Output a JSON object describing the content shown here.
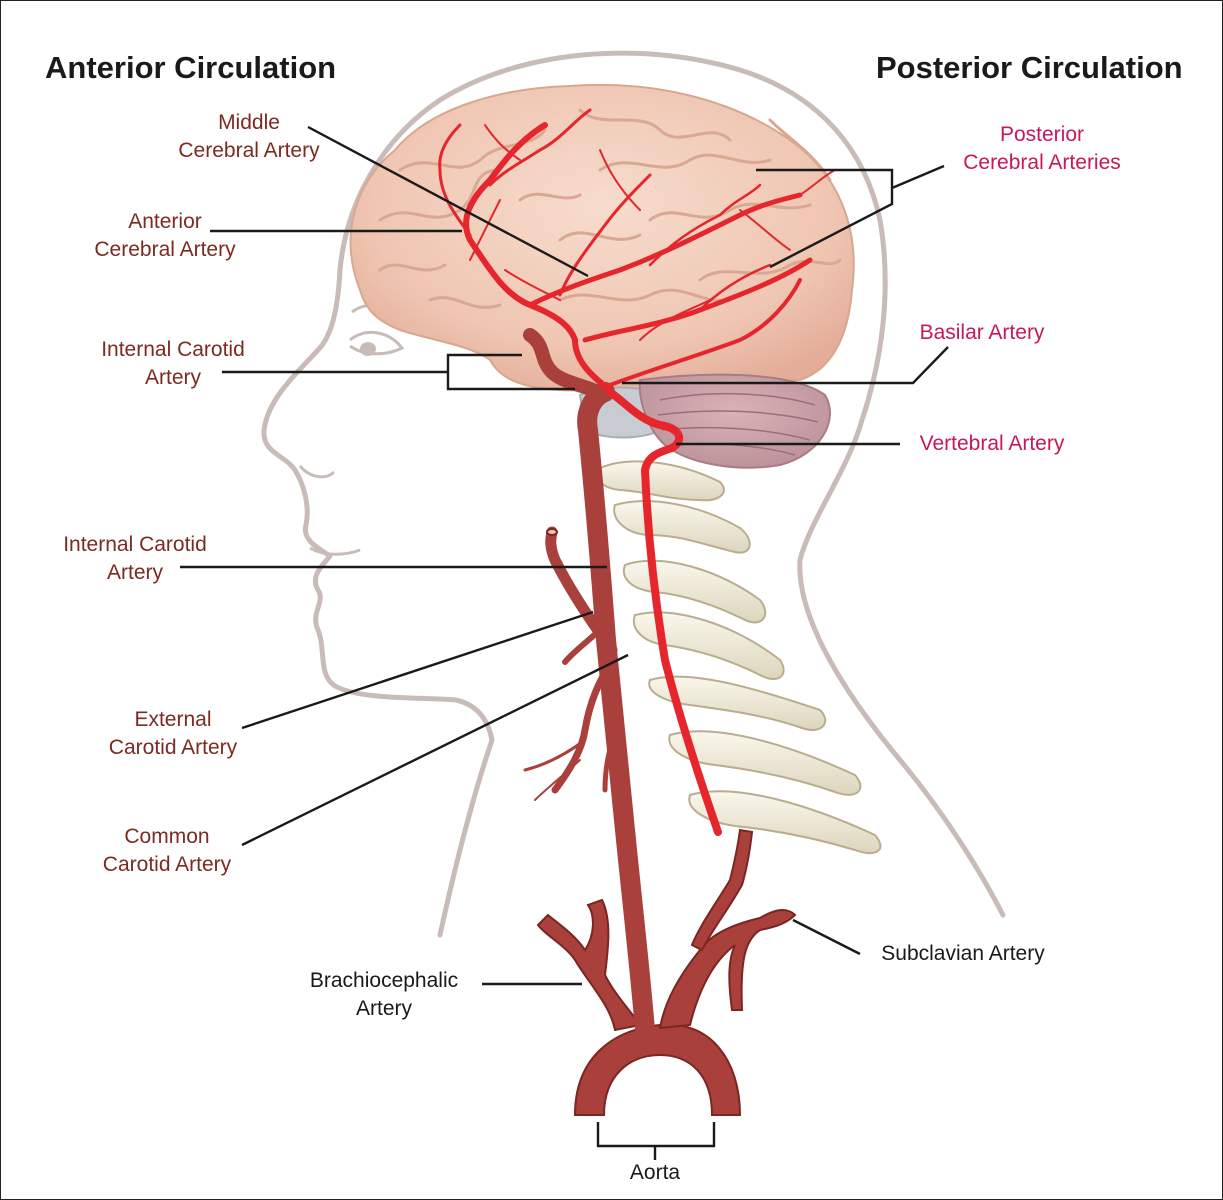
{
  "headings": {
    "anterior": "Anterior Circulation",
    "posterior": "Posterior Circulation"
  },
  "labels": {
    "middle_cerebral": [
      "Middle",
      "Cerebral Artery"
    ],
    "anterior_cerebral": [
      "Anterior",
      "Cerebral Artery"
    ],
    "internal_carotid_upper": [
      "Internal Carotid",
      "Artery"
    ],
    "internal_carotid_lower": [
      "Internal Carotid",
      "Artery"
    ],
    "external_carotid": [
      "External",
      "Carotid Artery"
    ],
    "common_carotid": [
      "Common",
      "Carotid Artery"
    ],
    "brachiocephalic": [
      "Brachiocephalic",
      "Artery"
    ],
    "posterior_cerebral": [
      "Posterior",
      "Cerebral Arteries"
    ],
    "basilar": "Basilar Artery",
    "vertebral": "Vertebral Artery",
    "subclavian": "Subclavian Artery",
    "aorta": "Aorta"
  },
  "colors": {
    "anterior_text": "#7d2a22",
    "posterior_text": "#c8175a",
    "neutral_text": "#1a1a1a",
    "artery_dark": "#a8413c",
    "artery_bright": "#e5262c",
    "brain": "#f2cdbb",
    "bone": "#f3efde",
    "skin_outline": "#c9bcb8"
  }
}
